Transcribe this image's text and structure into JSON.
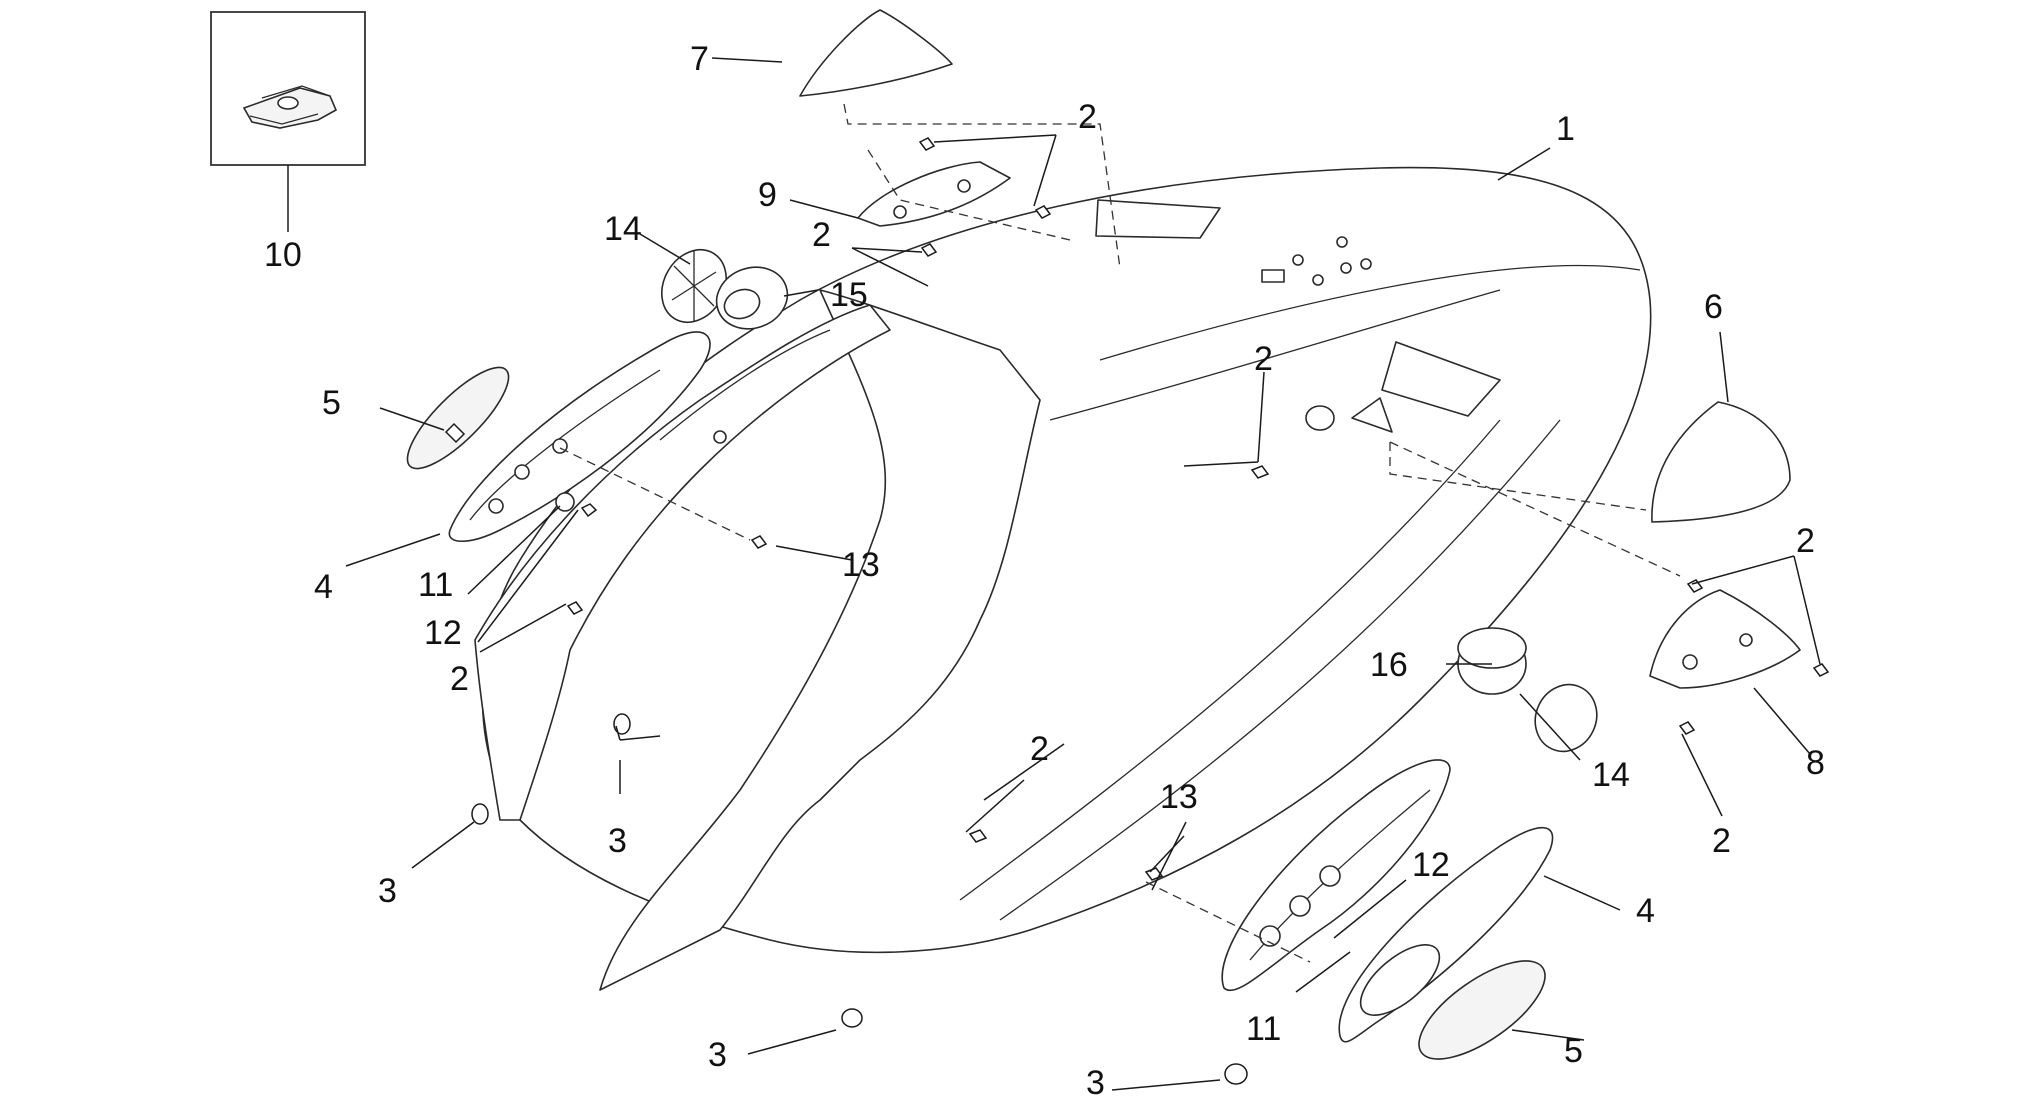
{
  "callouts": {
    "c1": "1",
    "c2a": "2",
    "c2b": "2",
    "c2c": "2",
    "c2d": "2",
    "c2e": "2",
    "c2f": "2",
    "c2g": "2",
    "c3a": "3",
    "c3b": "3",
    "c3c": "3",
    "c3d": "3",
    "c4a": "4",
    "c4b": "4",
    "c5a": "5",
    "c5b": "5",
    "c6": "6",
    "c7": "7",
    "c8": "8",
    "c9": "9",
    "c10": "10",
    "c11a": "11",
    "c11b": "11",
    "c12a": "12",
    "c12b": "12",
    "c13a": "13",
    "c13b": "13",
    "c14a": "14",
    "c14b": "14",
    "c15": "15",
    "c16": "16"
  }
}
